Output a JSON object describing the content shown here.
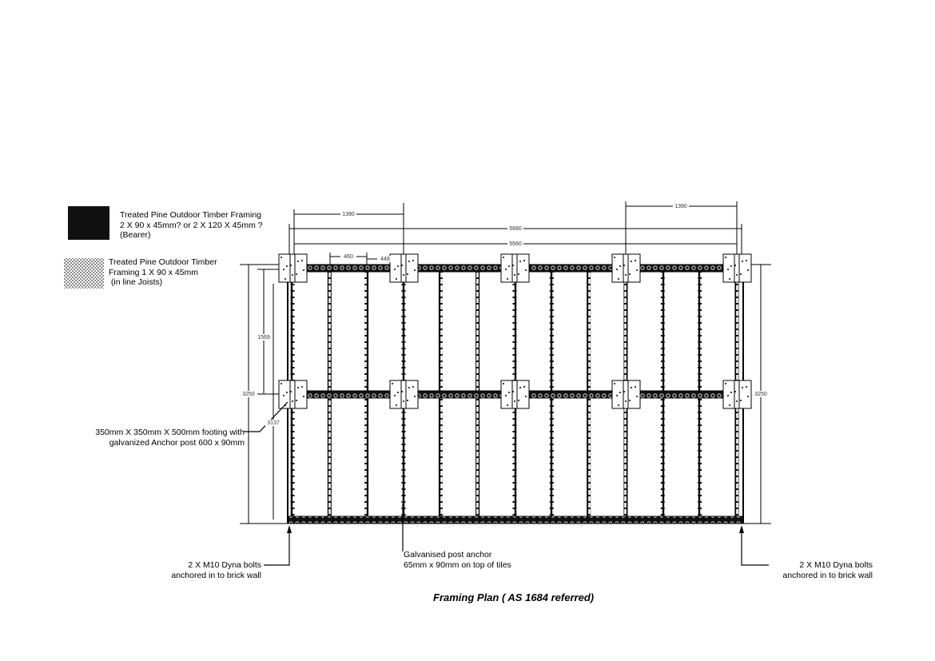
{
  "legend": [
    {
      "line1": "Treated Pine Outdoor Timber Framing",
      "line2": "2 X 90 x 45mm? or 2 X 120 X 45mm ?",
      "line3": "(Bearer)"
    },
    {
      "line1": "Treated Pine Outdoor Timber",
      "line2": "Framing 1 X 90 x 45mm",
      "line3": " (in line Joists)"
    }
  ],
  "dimensions": {
    "top_left_span": "1390",
    "top_right_span": "1390",
    "overall_outer": "5680",
    "overall_inner": "5560",
    "joist_spacing_a": "460",
    "joist_spacing_b": "448",
    "left_height": "3250",
    "right_height": "3250",
    "bearer_spacing": "1569",
    "inner_height": "3137"
  },
  "annotations": {
    "footing_line1": "350mm X 350mm X 500mm footing with",
    "footing_line2": "galvanized Anchor post 600 x 90mm",
    "bolts_left_line1": "2 X M10 Dyna bolts",
    "bolts_left_line2": "anchored in to brick wall",
    "bolts_right_line1": "2 X M10 Dyna bolts",
    "bolts_right_line2": "anchored in to brick wall",
    "anchor_line1": "Galvanised post anchor",
    "anchor_line2": "65mm x 90mm on top of tiles"
  },
  "title": "Framing Plan ( AS 1684 referred)"
}
